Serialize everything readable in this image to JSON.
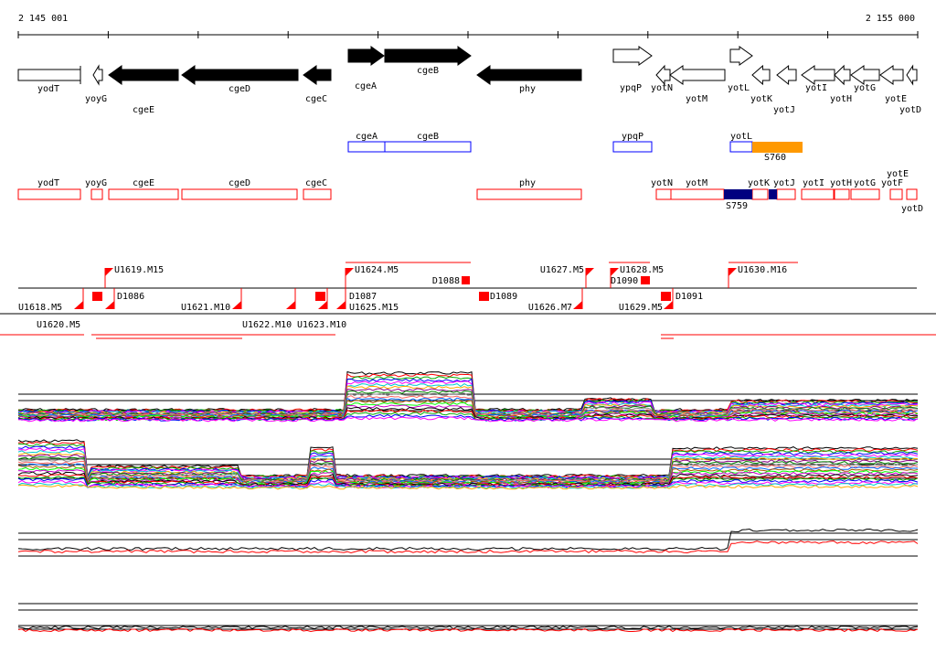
{
  "ruler": {
    "start_label": "2 145 001",
    "end_label": "2 155 000"
  },
  "genes_track": [
    "yodT",
    "yoyG",
    "cgeE",
    "cgeD",
    "cgeC",
    "cgeA",
    "cgeB",
    "phy",
    "ypqP",
    "yotN",
    "yotM",
    "yotL",
    "yotK",
    "yotJ",
    "yotI",
    "yotH",
    "yotG",
    "yotE",
    "yotD"
  ],
  "operons_track": {
    "genes": [
      "cgeA",
      "cgeB",
      "ypqP",
      "yotL"
    ],
    "segment": "S760"
  },
  "transcripts_track": {
    "genes": [
      "yodT",
      "yoyG",
      "cgeE",
      "cgeD",
      "cgeC",
      "phy",
      "yotN",
      "yotM",
      "yotK",
      "yotJ",
      "yotI",
      "yotH",
      "yotG",
      "yotF",
      "yotE",
      "yotD"
    ],
    "segment": "S759"
  },
  "regulatory_track": {
    "up": [
      "U1619.M15",
      "U1624.M5",
      "U1627.M5",
      "U1628.M5",
      "U1630.M16",
      "D1088",
      "D1090"
    ],
    "down": [
      "U1618.M5",
      "U1620.M5",
      "D1086",
      "U1621.M10",
      "U1622.M10",
      "U1623.M10",
      "U1625.M15",
      "D1087",
      "D1089",
      "U1626.M7",
      "U1629.M5",
      "D1091"
    ]
  },
  "colors": {
    "operon": "#0000ff",
    "transcript": "#ff0000",
    "sigma": "#ff9900",
    "navy": "#000080"
  }
}
